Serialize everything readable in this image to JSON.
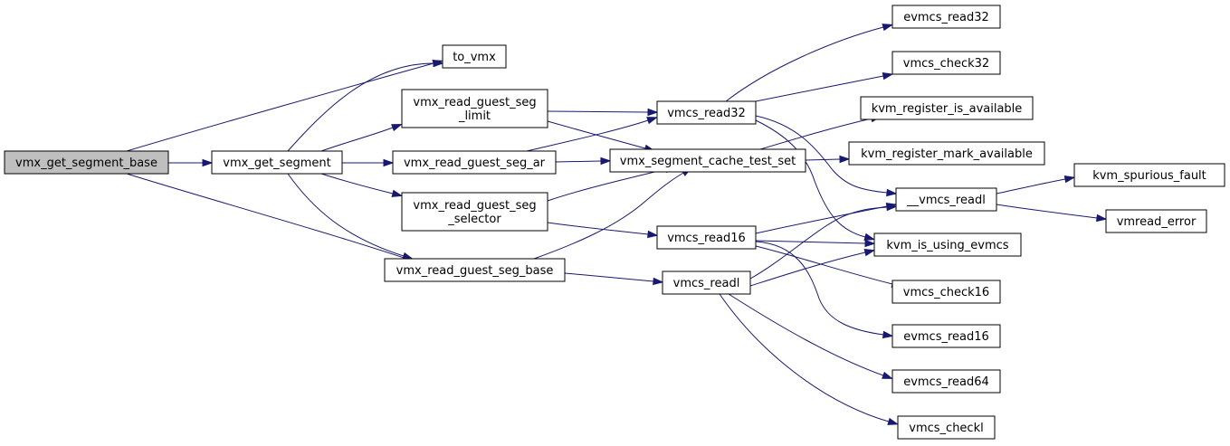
{
  "diagram": {
    "title": "",
    "colors": {
      "edge": "#191970",
      "root_fill": "#bfbfbf",
      "node_fill": "#ffffff",
      "node_border": "#000000"
    },
    "nodes": [
      {
        "id": "vmx_get_segment_base",
        "lines": [
          "vmx_get_segment_base"
        ],
        "root": true
      },
      {
        "id": "vmx_get_segment",
        "lines": [
          "vmx_get_segment"
        ]
      },
      {
        "id": "to_vmx",
        "lines": [
          "to_vmx"
        ]
      },
      {
        "id": "vmx_read_guest_seg_limit",
        "lines": [
          "vmx_read_guest_seg",
          "_limit"
        ]
      },
      {
        "id": "vmx_read_guest_seg_ar",
        "lines": [
          "vmx_read_guest_seg_ar"
        ]
      },
      {
        "id": "vmx_read_guest_seg_selector",
        "lines": [
          "vmx_read_guest_seg",
          "_selector"
        ]
      },
      {
        "id": "vmx_read_guest_seg_base",
        "lines": [
          "vmx_read_guest_seg_base"
        ]
      },
      {
        "id": "vmcs_read32",
        "lines": [
          "vmcs_read32"
        ]
      },
      {
        "id": "vmx_segment_cache_test_set",
        "lines": [
          "vmx_segment_cache_test_set"
        ]
      },
      {
        "id": "vmcs_read16",
        "lines": [
          "vmcs_read16"
        ]
      },
      {
        "id": "vmcs_readl",
        "lines": [
          "vmcs_readl"
        ]
      },
      {
        "id": "evmcs_read32",
        "lines": [
          "evmcs_read32"
        ]
      },
      {
        "id": "vmcs_check32",
        "lines": [
          "vmcs_check32"
        ]
      },
      {
        "id": "kvm_register_is_available",
        "lines": [
          "kvm_register_is_available"
        ]
      },
      {
        "id": "kvm_register_mark_available",
        "lines": [
          "kvm_register_mark_available"
        ]
      },
      {
        "id": "__vmcs_readl",
        "lines": [
          "__vmcs_readl"
        ]
      },
      {
        "id": "kvm_is_using_evmcs",
        "lines": [
          "kvm_is_using_evmcs"
        ]
      },
      {
        "id": "vmcs_check16",
        "lines": [
          "vmcs_check16"
        ]
      },
      {
        "id": "evmcs_read16",
        "lines": [
          "evmcs_read16"
        ]
      },
      {
        "id": "evmcs_read64",
        "lines": [
          "evmcs_read64"
        ]
      },
      {
        "id": "vmcs_checkl",
        "lines": [
          "vmcs_checkl"
        ]
      },
      {
        "id": "kvm_spurious_fault",
        "lines": [
          "kvm_spurious_fault"
        ]
      },
      {
        "id": "vmread_error",
        "lines": [
          "vmread_error"
        ]
      }
    ],
    "edges": [
      {
        "from": "vmx_get_segment_base",
        "to": "vmx_get_segment"
      },
      {
        "from": "vmx_get_segment_base",
        "to": "to_vmx"
      },
      {
        "from": "vmx_get_segment_base",
        "to": "vmx_read_guest_seg_base"
      },
      {
        "from": "vmx_get_segment",
        "to": "to_vmx"
      },
      {
        "from": "vmx_get_segment",
        "to": "vmx_read_guest_seg_limit"
      },
      {
        "from": "vmx_get_segment",
        "to": "vmx_read_guest_seg_ar"
      },
      {
        "from": "vmx_get_segment",
        "to": "vmx_read_guest_seg_selector"
      },
      {
        "from": "vmx_get_segment",
        "to": "vmx_read_guest_seg_base"
      },
      {
        "from": "vmx_read_guest_seg_limit",
        "to": "vmcs_read32"
      },
      {
        "from": "vmx_read_guest_seg_limit",
        "to": "vmx_segment_cache_test_set"
      },
      {
        "from": "vmx_read_guest_seg_ar",
        "to": "vmcs_read32"
      },
      {
        "from": "vmx_read_guest_seg_ar",
        "to": "vmx_segment_cache_test_set"
      },
      {
        "from": "vmx_read_guest_seg_selector",
        "to": "vmx_segment_cache_test_set"
      },
      {
        "from": "vmx_read_guest_seg_selector",
        "to": "vmcs_read16"
      },
      {
        "from": "vmx_read_guest_seg_base",
        "to": "vmx_segment_cache_test_set"
      },
      {
        "from": "vmx_read_guest_seg_base",
        "to": "vmcs_readl"
      },
      {
        "from": "vmcs_read32",
        "to": "evmcs_read32"
      },
      {
        "from": "vmcs_read32",
        "to": "vmcs_check32"
      },
      {
        "from": "vmcs_read32",
        "to": "__vmcs_readl"
      },
      {
        "from": "vmcs_read32",
        "to": "kvm_is_using_evmcs"
      },
      {
        "from": "vmx_segment_cache_test_set",
        "to": "kvm_register_is_available"
      },
      {
        "from": "vmx_segment_cache_test_set",
        "to": "kvm_register_mark_available"
      },
      {
        "from": "vmcs_read16",
        "to": "__vmcs_readl"
      },
      {
        "from": "vmcs_read16",
        "to": "kvm_is_using_evmcs"
      },
      {
        "from": "vmcs_read16",
        "to": "vmcs_check16"
      },
      {
        "from": "vmcs_read16",
        "to": "evmcs_read16"
      },
      {
        "from": "vmcs_readl",
        "to": "__vmcs_readl"
      },
      {
        "from": "vmcs_readl",
        "to": "kvm_is_using_evmcs"
      },
      {
        "from": "vmcs_readl",
        "to": "evmcs_read64"
      },
      {
        "from": "vmcs_readl",
        "to": "vmcs_checkl"
      },
      {
        "from": "__vmcs_readl",
        "to": "kvm_spurious_fault"
      },
      {
        "from": "__vmcs_readl",
        "to": "vmread_error"
      }
    ]
  }
}
